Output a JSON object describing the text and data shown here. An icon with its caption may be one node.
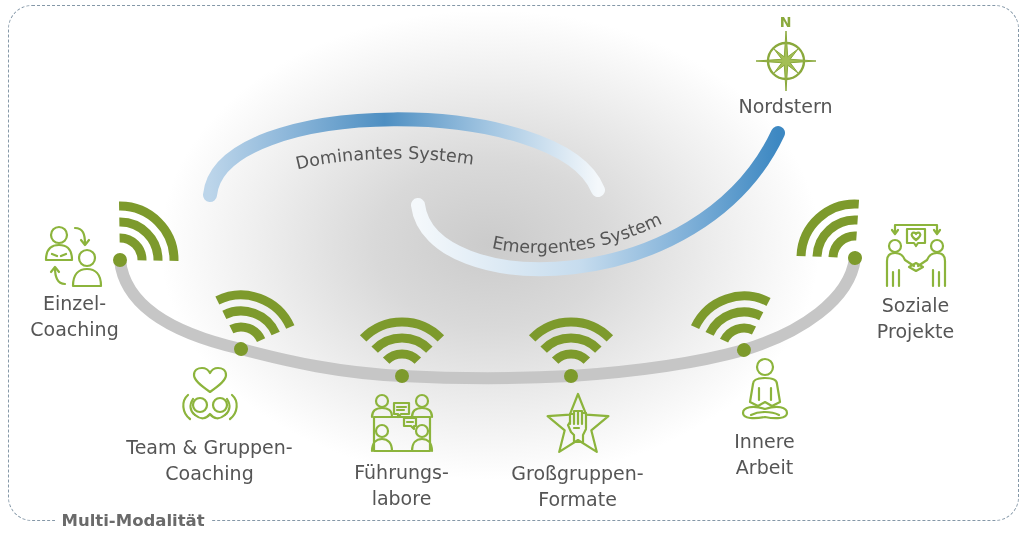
{
  "diagram": {
    "nodes": [
      {
        "text": [
          "Multi-Modalität"
        ]
      },
      {
        "text": [
          "N",
          "Nordstern"
        ],
        "in": 0
      },
      {
        "text": [
          "Dominantes System"
        ],
        "in": 0
      },
      {
        "text": [
          "Emergentes System"
        ],
        "in": 0
      },
      {
        "text": [
          "Einzel- Coaching"
        ],
        "in": 0
      },
      {
        "text": [
          "Team & Gruppen- Coaching"
        ],
        "in": 0
      },
      {
        "text": [
          "Führungs- labore"
        ],
        "in": 0
      },
      {
        "text": [
          "Großgruppen- Formate"
        ],
        "in": 0
      },
      {
        "text": [
          "Innere Arbeit"
        ],
        "in": 0
      },
      {
        "text": [
          "Soziale Projekte"
        ],
        "in": 0
      }
    ]
  }
}
